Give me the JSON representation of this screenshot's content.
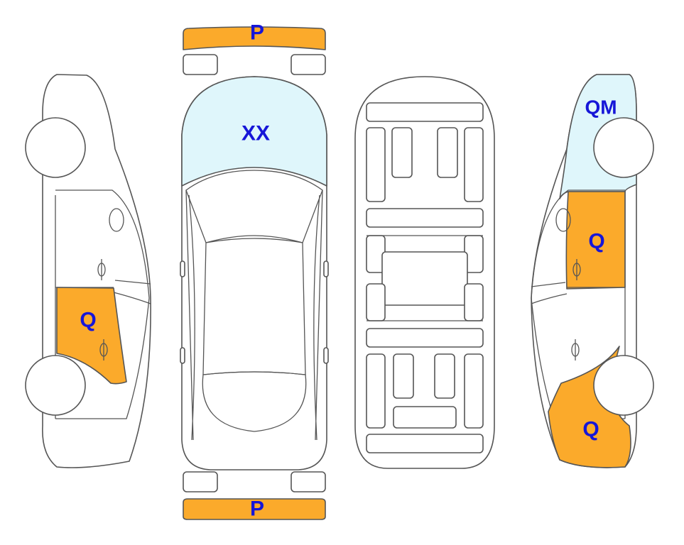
{
  "colors": {
    "damage_q": "#fbaa2b",
    "damage_x": "#dff6fb",
    "outline": "#555555",
    "label": "#1616d8",
    "body": "#ffffff"
  },
  "parts": {
    "front_bumper": {
      "label": "P",
      "marking": "damage_q"
    },
    "rear_bumper": {
      "label": "P",
      "marking": "damage_q"
    },
    "hood": {
      "label": "XX",
      "marking": "damage_x"
    },
    "left_rear_door": {
      "label": "Q",
      "marking": "damage_q"
    },
    "right_rear_fender": {
      "label": "QM",
      "marking": "damage_x"
    },
    "right_rear_door": {
      "label": "Q",
      "marking": "damage_q"
    },
    "right_front_fender": {
      "label": "Q",
      "marking": "damage_q"
    }
  }
}
